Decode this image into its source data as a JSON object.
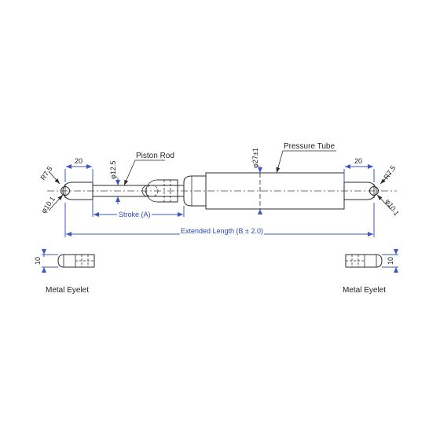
{
  "labels": {
    "piston_rod": "Piston Rod",
    "pressure_tube": "Pressure Tube",
    "stroke": "Stroke (A)",
    "extended_length": "Extended Length (B ± 2.0)",
    "metal_eyelet_left": "Metal Eyelet",
    "metal_eyelet_right": "Metal Eyelet"
  },
  "dimensions": {
    "left_eye_width": "20",
    "right_eye_width": "20",
    "left_radius": "R7.5",
    "right_radius": "R7.5",
    "left_hole": "φ10.1",
    "right_hole": "φ10.1",
    "rod_diameter": "φ12.5",
    "tube_diameter": "φ27±1",
    "left_eyelet_height": "10",
    "right_eyelet_height": "10"
  },
  "colors": {
    "line": "#2b2b2b",
    "dimension": "#3b57c4"
  }
}
